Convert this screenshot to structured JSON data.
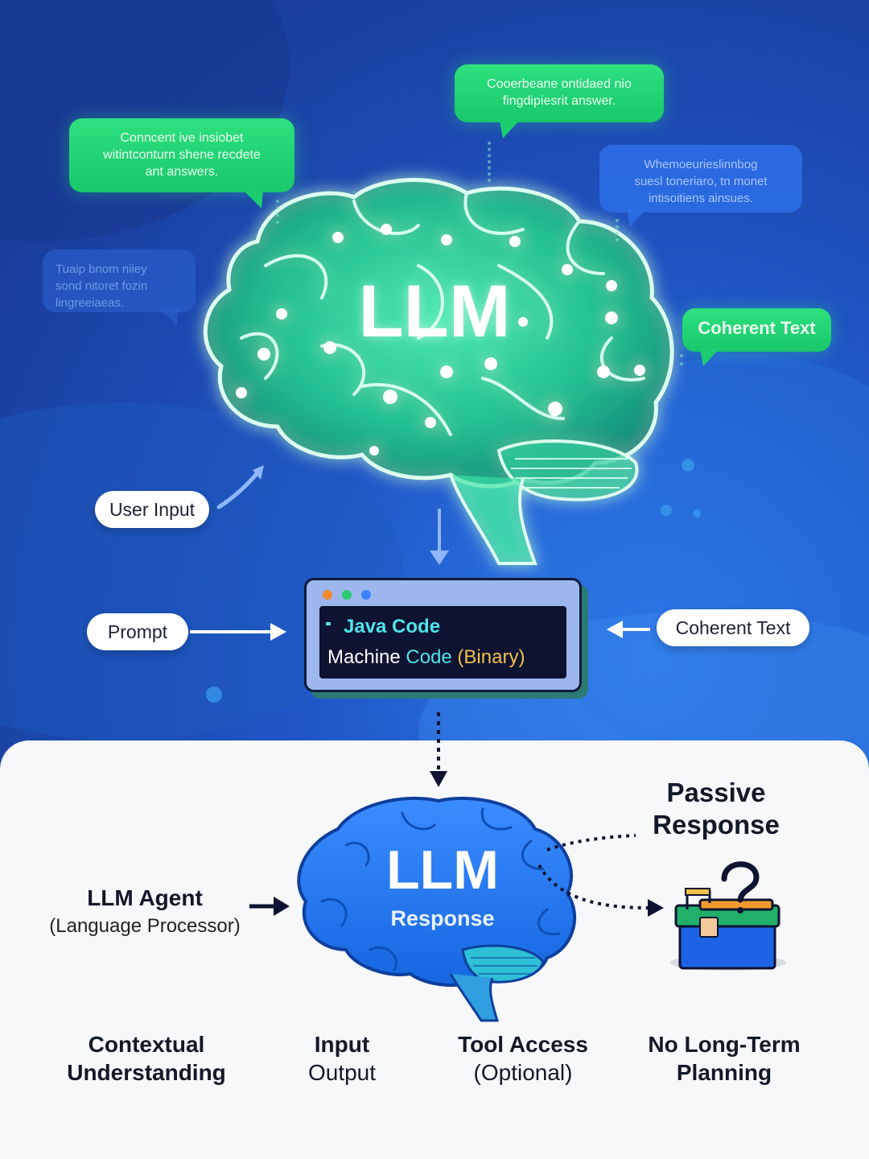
{
  "bubbles": {
    "top_left": "Conncent ive insiobet\nwitintconturn shene recdete\nant answers.",
    "top_right": "Cooerbeane ontidaed nio\nfingdipiesrit answer.",
    "mid_right_faint": "Whemoeurieslinnbog\nsuesl toneriaro, tn monet\nintisoitiens ainsues.",
    "mid_left_faint": "Tuaip bnom niiey\nsond nitoret fozin\nlingreeiaeas.",
    "coherent_text": "Coherent Text"
  },
  "top_brain": {
    "label": "LLM"
  },
  "pills": {
    "user_input": "User Input",
    "prompt": "Prompt",
    "coherent_text": "Coherent Text"
  },
  "code_window": {
    "line1": "Java Code",
    "line2_a": "Machine ",
    "line2_b": "Code",
    "line2_c": " (Binary)",
    "dot_colors": [
      "#f28a2e",
      "#2ecc71",
      "#3b82f6"
    ]
  },
  "bottom_brain": {
    "label": "LLM",
    "sublabel": "Response"
  },
  "agent": {
    "title": "LLM Agent",
    "subtitle": "(Language Processor)"
  },
  "passive": {
    "line1": "Passive",
    "line2": "Response"
  },
  "features": [
    {
      "bold": "Contextual",
      "rest": "Understanding",
      "rest_bold": true
    },
    {
      "bold": "Input",
      "rest": "Output",
      "rest_bold": false
    },
    {
      "bold": "Tool Access",
      "rest": "(Optional)",
      "rest_bold": false
    },
    {
      "bold": "No Long-Term",
      "rest": "Planning",
      "rest_bold": true
    }
  ],
  "colors": {
    "bg_blue": "#1d4fb8",
    "bubble_green": "#1fd173",
    "brain_green": "#35e3a0",
    "brain_blue": "#2f7ff0",
    "panel_white": "#f7f8fa"
  },
  "icons": [
    "brain-icon",
    "toolbox-question-icon",
    "arrow-icon"
  ]
}
